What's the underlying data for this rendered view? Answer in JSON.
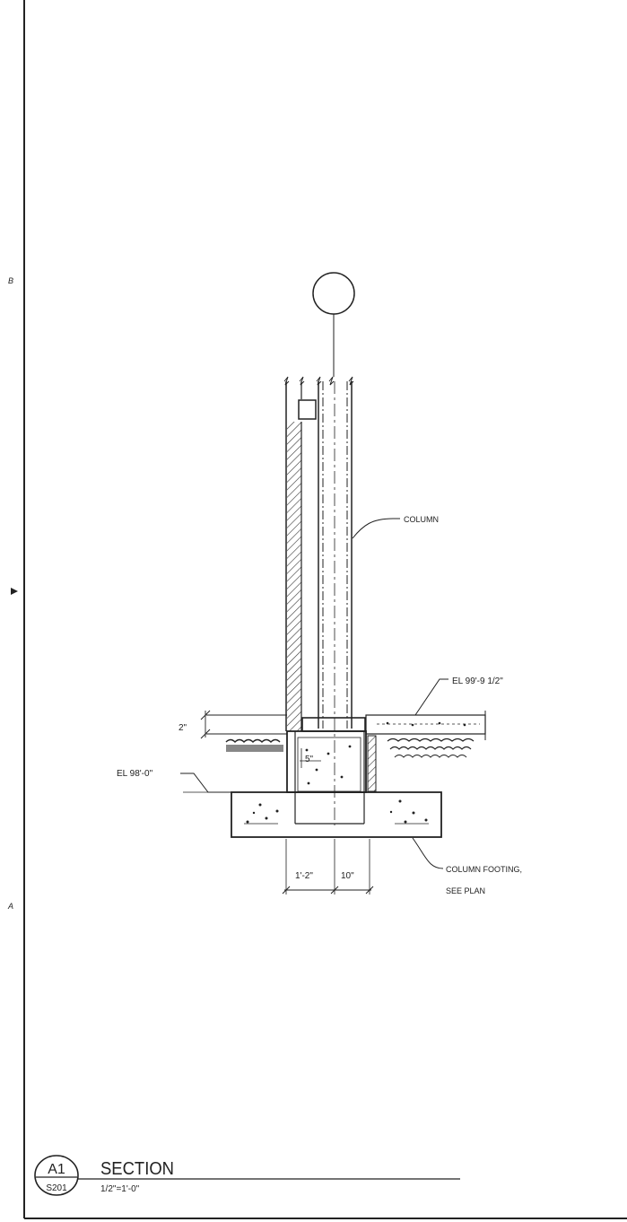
{
  "grid_marks": {
    "upper": "B",
    "lower": "A"
  },
  "callouts": {
    "column": "COLUMN",
    "elevation_top": "EL 99'-9 1/2\"",
    "elevation_bottom": "EL 98'-0\"",
    "footing_line1": "COLUMN FOOTING,",
    "footing_line2": "SEE PLAN"
  },
  "dimensions": {
    "slab_thickness": "2\"",
    "pedestal_inner": "5\"",
    "width_left": "1'-2\"",
    "width_right": "10\""
  },
  "title_block": {
    "detail_id": "A1",
    "sheet_ref": "S201",
    "title": "SECTION",
    "scale": "1/2\"=1'-0\""
  }
}
